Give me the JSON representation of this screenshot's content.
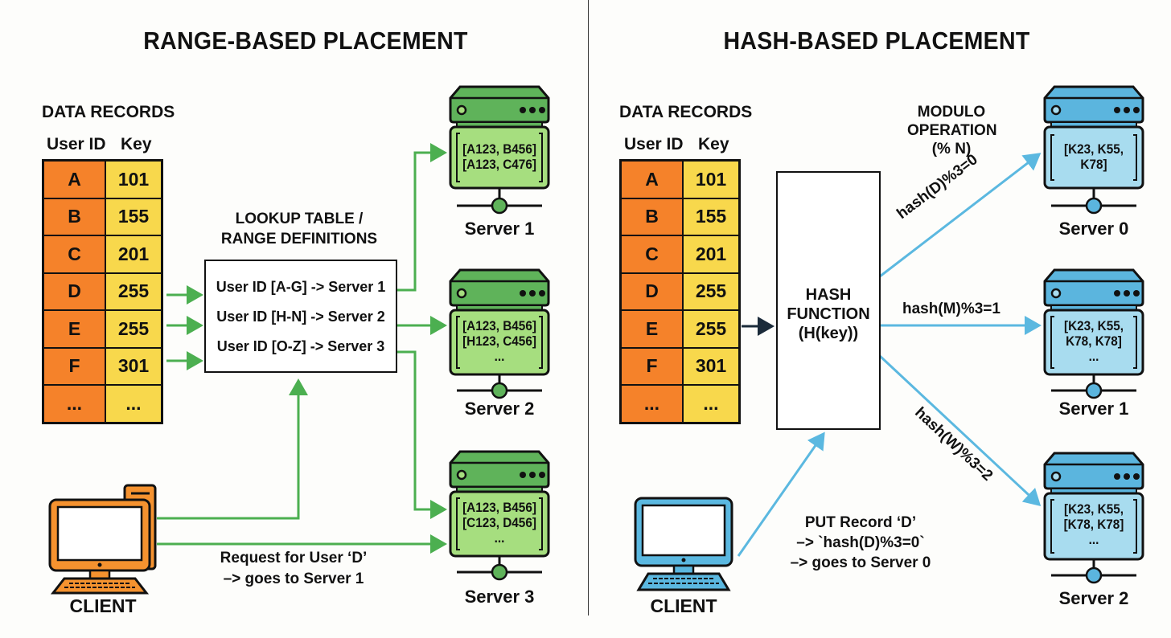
{
  "colors": {
    "range_arrow": "#4caf50",
    "hash_arrow": "#5bb8e0",
    "user_id_cell": "#f5822a",
    "key_cell": "#f8d84c",
    "green_server_top": "#5fb35a",
    "green_server_body": "#a6de7f",
    "blue_server_top": "#5bb5de",
    "blue_server_body": "#a8dcef",
    "client_orange": "#f5922f",
    "client_blue": "#5bb8e0"
  },
  "range": {
    "title": "RANGE-BASED PLACEMENT",
    "records_title": "DATA RECORDS",
    "col_user": "User ID",
    "col_key": "Key",
    "rows": [
      {
        "uid": "A",
        "key": "101"
      },
      {
        "uid": "B",
        "key": "155"
      },
      {
        "uid": "C",
        "key": "201"
      },
      {
        "uid": "D",
        "key": "255"
      },
      {
        "uid": "E",
        "key": "255"
      },
      {
        "uid": "F",
        "key": "301"
      },
      {
        "uid": "...",
        "key": "..."
      }
    ],
    "lookup_title_1": "LOOKUP TABLE /",
    "lookup_title_2": "RANGE DEFINITIONS",
    "lookup_lines": [
      "User ID [A-G] -> Server 1",
      "User ID [H-N] -> Server 2",
      "User ID [O-Z] -> Server 3"
    ],
    "servers": [
      {
        "label": "Server 1",
        "data": "[A123, B456]\n[A123, C476]"
      },
      {
        "label": "Server 2",
        "data": "[A123, B456]\n[H123, C456]\n..."
      },
      {
        "label": "Server 3",
        "data": "[A123, B456]\n[C123, D456]\n..."
      }
    ],
    "client_label": "CLIENT",
    "request_line_1": "Request for User ‘D’",
    "request_line_2": "–> goes to Server 1"
  },
  "hash": {
    "title": "HASH-BASED PLACEMENT",
    "records_title": "DATA RECORDS",
    "col_user": "User ID",
    "col_key": "Key",
    "rows": [
      {
        "uid": "A",
        "key": "101"
      },
      {
        "uid": "B",
        "key": "155"
      },
      {
        "uid": "C",
        "key": "201"
      },
      {
        "uid": "D",
        "key": "255"
      },
      {
        "uid": "E",
        "key": "255"
      },
      {
        "uid": "F",
        "key": "301"
      },
      {
        "uid": "...",
        "key": "..."
      }
    ],
    "hash_fn_1": "HASH",
    "hash_fn_2": "FUNCTION",
    "hash_fn_3": "(H(key))",
    "modulo_1": "MODULO",
    "modulo_2": "OPERATION",
    "modulo_3": "(% N)",
    "edge_0": "hash(D)%3=0",
    "edge_1": "hash(M)%3=1",
    "edge_2": "hash(W)%3=2",
    "servers": [
      {
        "label": "Server 0",
        "data": "[K23, K55,\nK78]"
      },
      {
        "label": "Server 1",
        "data": "[K23, K55,\nK78, K78]\n..."
      },
      {
        "label": "Server 2",
        "data": "[K23, K55,\n[K78, K78]\n..."
      }
    ],
    "client_label": "CLIENT",
    "put_line_1": "PUT Record ‘D’",
    "put_line_2": "–> `hash(D)%3=0`",
    "put_line_3": "–> goes to Server 0"
  }
}
